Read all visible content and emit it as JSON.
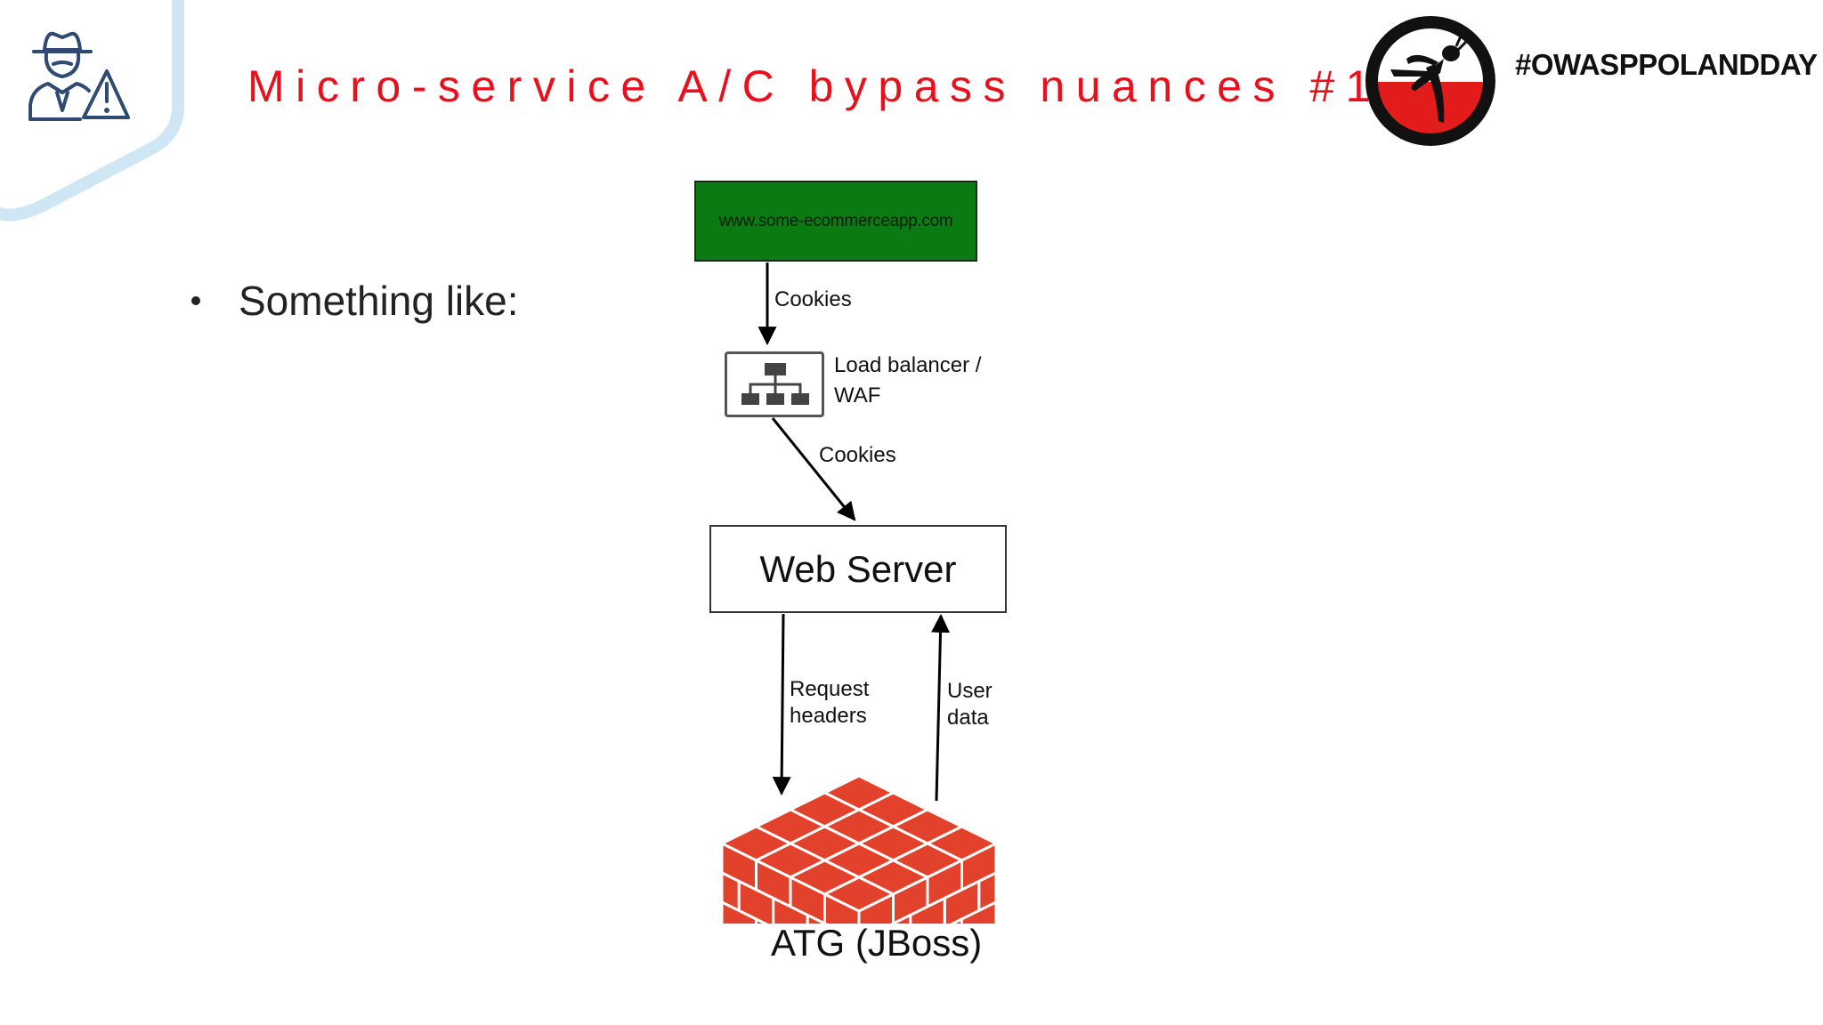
{
  "slide": {
    "title": "Micro-service A/C bypass nuances #1",
    "hashtag": "#OWASPPOLANDDAY",
    "bullets": [
      "Something like:"
    ]
  },
  "diagram": {
    "top_box_label": "www.some-ecommerceapp.com",
    "edge1_label": "Cookies",
    "load_balancer_label_line1": "Load balancer /",
    "load_balancer_label_line2": "WAF",
    "edge2_label": "Cookies",
    "web_server_label": "Web Server",
    "request_label_line1": "Request",
    "request_label_line2": "headers",
    "user_label_line1": "User",
    "user_label_line2": "data",
    "atg_label": "ATG (JBoss)"
  },
  "icons": {
    "corner": "spy-warning-icon",
    "owasp": "owasp-wasp-logo",
    "load_balancer": "network-hierarchy-icon",
    "database": "brick-database-icon"
  },
  "colors": {
    "title": "#e8101c",
    "top_box_fill": "#0b7a12",
    "brick": "#e2412c",
    "brick_grout": "#ffffff",
    "corner_accent": "#cfe6f5",
    "owasp_red": "#e21b1b"
  }
}
